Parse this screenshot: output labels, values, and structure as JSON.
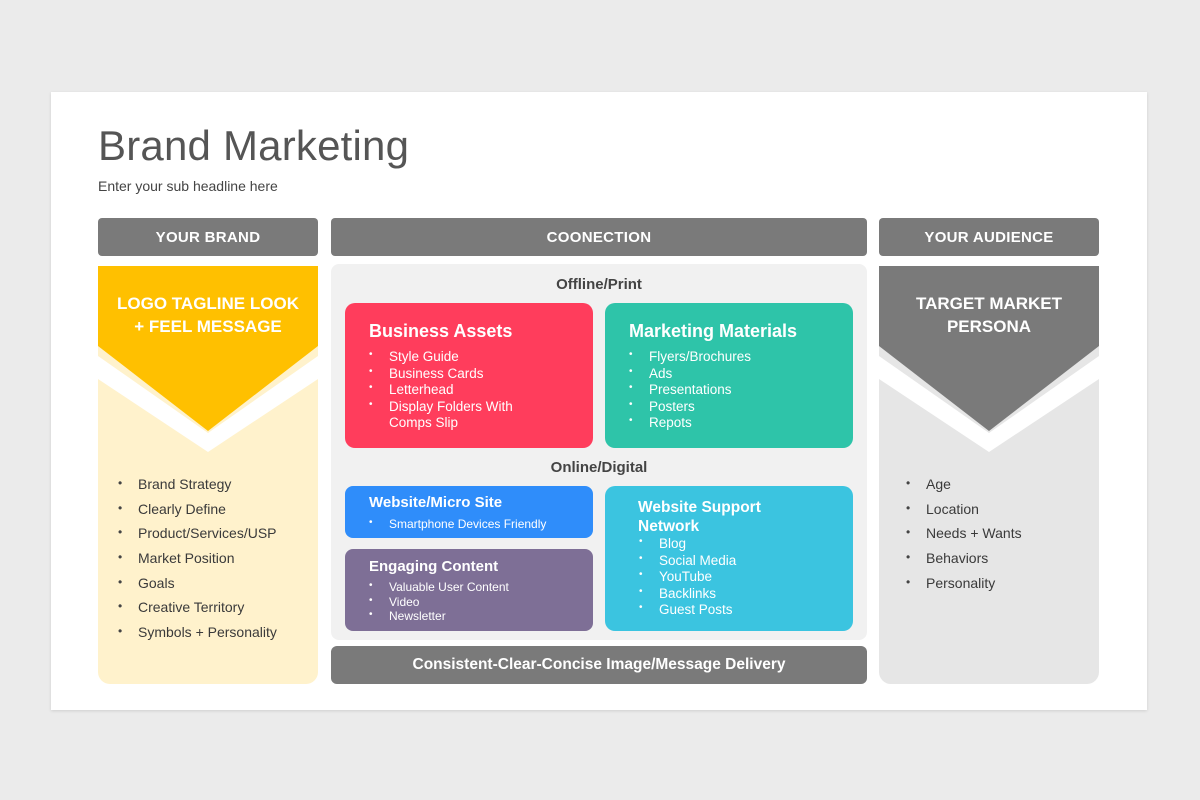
{
  "header": {
    "title": "Brand Marketing",
    "subtitle": "Enter your sub headline here"
  },
  "columns": {
    "brand": {
      "label": "YOUR BRAND",
      "chevron_text": [
        "LOGO TAGLINE LOOK",
        "+ FEEL MESSAGE"
      ],
      "items": [
        "Brand Strategy",
        "Clearly Define",
        "Product/Services/USP",
        "Market Position",
        "Goals",
        "Creative Territory",
        "Symbols + Personality"
      ]
    },
    "connection": {
      "label": "COONECTION",
      "offline_label": "Offline/Print",
      "online_label": "Online/Digital",
      "footer": "Consistent-Clear-Concise  Image/Message Delivery"
    },
    "audience": {
      "label": "YOUR AUDIENCE",
      "chevron_text": [
        "TARGET MARKET",
        "PERSONA"
      ],
      "items": [
        "Age",
        "Location",
        "Needs + Wants",
        "Behaviors",
        "Personality"
      ]
    }
  },
  "boxes": {
    "business_assets": {
      "title": "Business Assets",
      "items": [
        "Style Guide",
        "Business Cards",
        "Letterhead",
        "Display Folders With",
        "Comps Slip"
      ]
    },
    "marketing_materials": {
      "title": "Marketing Materials",
      "items": [
        "Flyers/Brochures",
        "Ads",
        "Presentations",
        "Posters",
        "Repots"
      ]
    },
    "website": {
      "title": "Website/Micro Site",
      "items": [
        "Smartphone Devices Friendly"
      ]
    },
    "engaging_content": {
      "title": "Engaging Content",
      "items": [
        "Valuable User Content",
        "Video",
        "Newsletter"
      ]
    },
    "support_network": {
      "title": [
        "Website Support",
        "Network"
      ],
      "items": [
        "Blog",
        "Social Media",
        "YouTube",
        "Backlinks",
        "Guest Posts"
      ]
    }
  },
  "colors": {
    "brand_yellow": "#FFC000",
    "brand_light": "#FFF2CC",
    "header_gray": "#7A7A7A",
    "audience_light": "#E6E6E6",
    "business_red": "#FF3D5C",
    "marketing_teal": "#2EC4A9",
    "website_blue": "#2F8DFA",
    "content_purple": "#7E6F96",
    "support_cyan": "#3BC4E0"
  }
}
